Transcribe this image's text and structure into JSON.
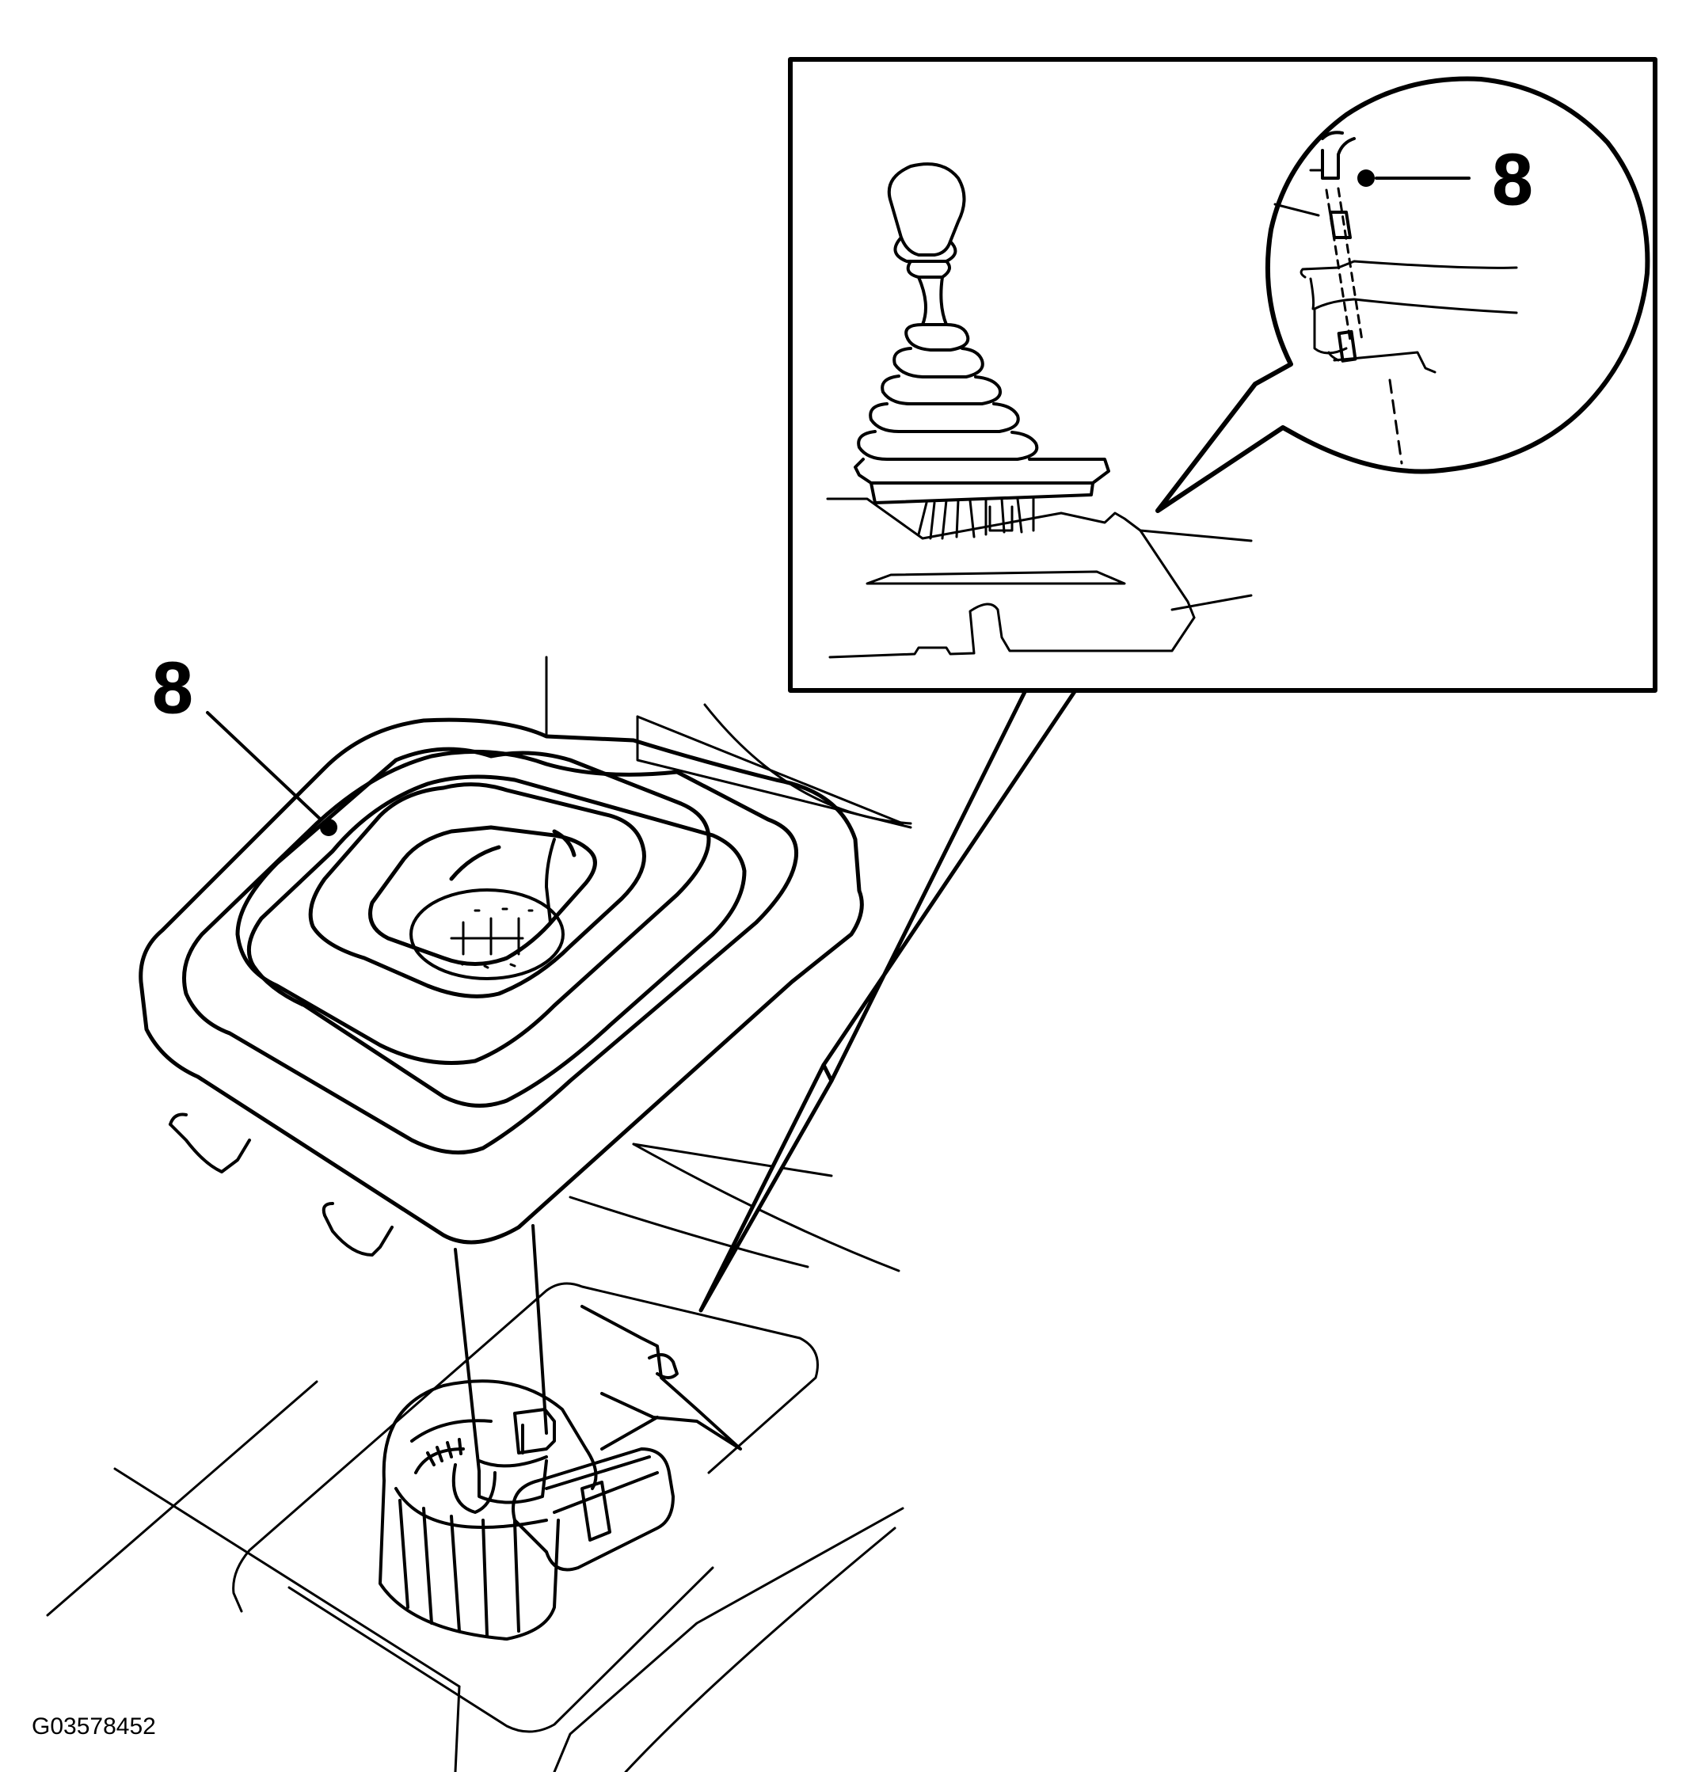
{
  "figure": {
    "figure_id": "G03578452",
    "main_callout": {
      "label": "8"
    },
    "inset_callout": {
      "label": "8"
    }
  },
  "colors": {
    "line": "#000000",
    "background": "#ffffff"
  }
}
